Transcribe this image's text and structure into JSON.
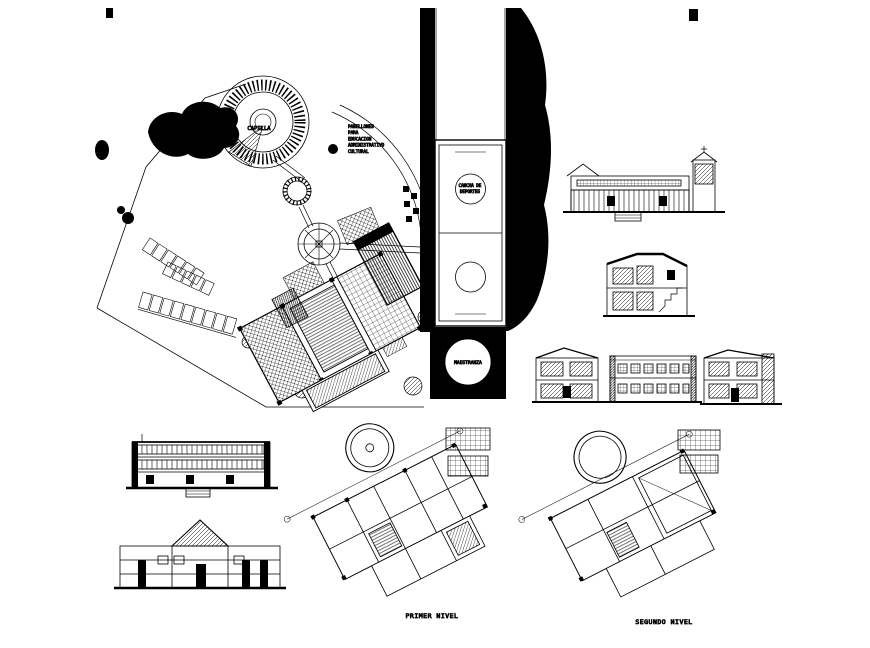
{
  "sheet": {
    "title": "Architectural campus site plan with elevations and floor plans",
    "colors": {
      "ink": "#000000",
      "paper": "#ffffff"
    }
  },
  "labels": {
    "capilla": "CAPILLA",
    "pabellones": {
      "l1": "PABELLONES",
      "l2": "PARA",
      "l3": "EDUCACION",
      "l4": "ADMINISTRATIVO",
      "l5": "CULTURAL"
    },
    "cancha": {
      "l1": "CANCHA DE",
      "l2": "DEPORTES"
    },
    "maestranza": "MAESTRANZA",
    "primer_nivel": "PRIMER NIVEL",
    "segundo_nivel": "SEGUNDO NIVEL"
  }
}
